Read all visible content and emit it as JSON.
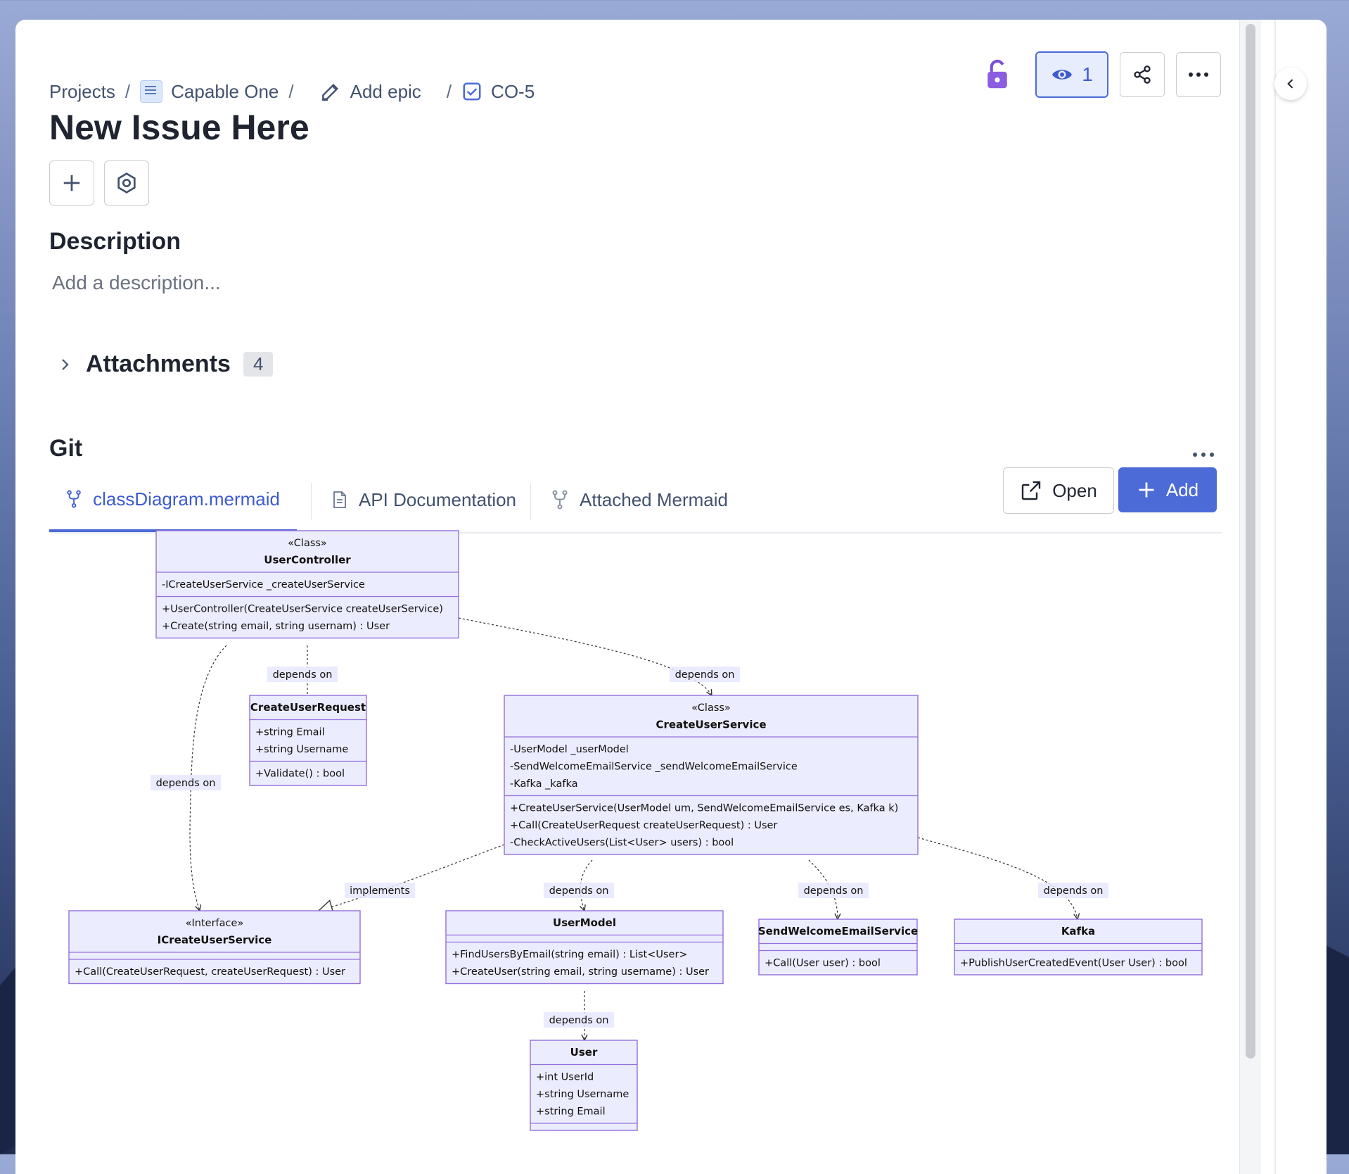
{
  "breadcrumb": {
    "projects": "Projects",
    "project": "Capable One",
    "epic": "Add epic",
    "issue_key": "CO-5",
    "separator": "/"
  },
  "header": {
    "watch_count": "1"
  },
  "issue": {
    "title": "New Issue Here"
  },
  "description": {
    "heading": "Description",
    "placeholder": "Add a description..."
  },
  "attachments": {
    "heading": "Attachments",
    "count": "4"
  },
  "git": {
    "heading": "Git",
    "tabs": [
      {
        "label": "classDiagram.mermaid",
        "icon": "branch-icon",
        "active": true
      },
      {
        "label": "API Documentation",
        "icon": "document-icon",
        "active": false
      },
      {
        "label": "Attached Mermaid",
        "icon": "branch-icon",
        "active": false
      }
    ],
    "open_label": "Open",
    "add_label": "Add"
  },
  "colors": {
    "accent": "#4c6bd6",
    "node_fill": "#ececff",
    "node_stroke": "#9370db"
  },
  "diagram": {
    "classes": [
      {
        "id": "UserController",
        "stereotype": "«Class»",
        "name": "UserController",
        "fields": [
          "-ICreateUserService _createUserService"
        ],
        "methods": [
          "+UserController(CreateUserService createUserService)",
          "+Create(string email, string usernam) : User"
        ]
      },
      {
        "id": "CreateUserRequest",
        "stereotype": "",
        "name": "CreateUserRequest",
        "fields": [
          "+string Email",
          "+string Username"
        ],
        "methods": [
          "+Validate() : bool"
        ]
      },
      {
        "id": "CreateUserService",
        "stereotype": "«Class»",
        "name": "CreateUserService",
        "fields": [
          "-UserModel _userModel",
          "-SendWelcomeEmailService _sendWelcomeEmailService",
          "-Kafka _kafka"
        ],
        "methods": [
          "+CreateUserService(UserModel um, SendWelcomeEmailService es, Kafka k)",
          "+Call(CreateUserRequest createUserRequest) : User",
          "-CheckActiveUsers(List<User> users) : bool"
        ]
      },
      {
        "id": "ICreateUserService",
        "stereotype": "«Interface»",
        "name": "ICreateUserService",
        "fields": [],
        "methods": [
          "+Call(CreateUserRequest, createUserRequest) : User"
        ]
      },
      {
        "id": "UserModel",
        "stereotype": "",
        "name": "UserModel",
        "fields": [],
        "methods": [
          "+FindUsersByEmail(string email) : List<User>",
          "+CreateUser(string email, string username) : User"
        ]
      },
      {
        "id": "SendWelcomeEmailService",
        "stereotype": "",
        "name": "SendWelcomeEmailService",
        "fields": [],
        "methods": [
          "+Call(User user) : bool"
        ]
      },
      {
        "id": "Kafka",
        "stereotype": "",
        "name": "Kafka",
        "fields": [],
        "methods": [
          "+PublishUserCreatedEvent(User User) : bool"
        ]
      },
      {
        "id": "User",
        "stereotype": "",
        "name": "User",
        "fields": [
          "+int UserId",
          "+string Username",
          "+string Email"
        ],
        "methods": []
      }
    ],
    "relations": [
      {
        "from": "UserController",
        "to": "CreateUserRequest",
        "label": "depends on"
      },
      {
        "from": "UserController",
        "to": "CreateUserService",
        "label": "depends on"
      },
      {
        "from": "UserController",
        "to": "ICreateUserService",
        "label": "depends on"
      },
      {
        "from": "CreateUserService",
        "to": "ICreateUserService",
        "label": "implements"
      },
      {
        "from": "CreateUserService",
        "to": "UserModel",
        "label": "depends on"
      },
      {
        "from": "CreateUserService",
        "to": "SendWelcomeEmailService",
        "label": "depends on"
      },
      {
        "from": "CreateUserService",
        "to": "Kafka",
        "label": "depends on"
      },
      {
        "from": "UserModel",
        "to": "User",
        "label": "depends on"
      }
    ]
  }
}
